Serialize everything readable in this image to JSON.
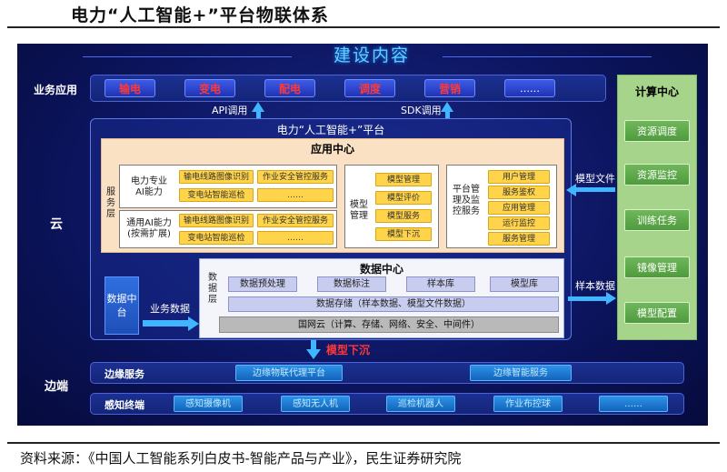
{
  "header": {
    "title": "电力“人工智能+”平台物联体系"
  },
  "diagram": {
    "heading": "建设内容",
    "row_labels": {
      "business": "业务应用",
      "cloud": "云",
      "edge": "边端"
    },
    "business_apps": [
      "输电",
      "变电",
      "配电",
      "调度",
      "营销",
      "……"
    ],
    "api_label": "API调用",
    "sdk_label": "SDK调用",
    "platform": {
      "title": "电力“人工智能+”平台",
      "app_center": {
        "title": "应用中心",
        "service_layer": "服务层",
        "service_group_1": {
          "label": "电力专业\nAI能力",
          "items": [
            "输电线路图像识别",
            "作业安全管控服务",
            "变电站智能巡检",
            "……"
          ]
        },
        "service_group_2": {
          "label": "通用AI能力\n(按需扩展)",
          "items": [
            "输电线路图像识别",
            "作业安全管控服务",
            "变电站智能巡检",
            "……"
          ]
        },
        "model_mgmt": {
          "label": "模型管理",
          "items": [
            "模型管理",
            "模型评价",
            "模型服务",
            "模型下沉"
          ]
        },
        "platform_mgmt": {
          "label": "平台管理及监控服务",
          "items": [
            "用户管理",
            "服务鉴权",
            "应用管理",
            "运行监控",
            "服务管理"
          ]
        }
      },
      "data_mid": "数据中台",
      "business_data": "业务数据",
      "data_center": {
        "title": "数据中心",
        "layer": "数据层",
        "items": [
          "数据预处理",
          "数据标注",
          "样本库",
          "模型库"
        ],
        "storage": "数据存储（样本数据、模型文件数据）"
      },
      "cloud_base": "国网云（计算、存储、网络、安全、中间件）"
    },
    "compute_center": {
      "title": "计算中心",
      "items": [
        "资源调度",
        "资源监控",
        "训练任务",
        "镜像管理",
        "模型配置"
      ]
    },
    "model_file": "模型文件",
    "sample_data": "样本数据",
    "model_sink": "模型下沉",
    "edge_service": {
      "label": "边缘服务",
      "items": [
        "边缘物联代理平台",
        "边缘智能服务"
      ]
    },
    "terminal": {
      "label": "感知终端",
      "items": [
        "感知摄像机",
        "感知无人机",
        "巡检机器人",
        "作业布控球",
        "……"
      ]
    }
  },
  "footer": {
    "source": "资料来源：《中国人工智能系列白皮书-智能产品与产业》，民生证券研究院"
  }
}
